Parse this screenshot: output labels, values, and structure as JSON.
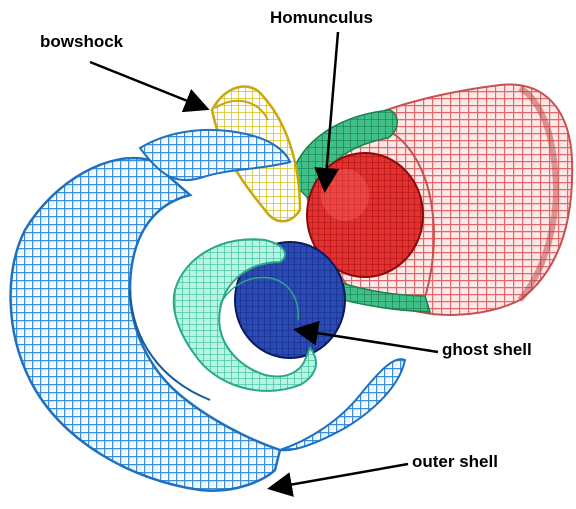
{
  "labels": {
    "bowshock": "bowshock",
    "homunculus": "Homunculus",
    "ghost_shell": "ghost shell",
    "outer_shell": "outer shell"
  },
  "colors": {
    "outer_shell": "#3a8fd8",
    "bowshock": "#e8d41e",
    "homunculus": "#d82020",
    "ghost_shell": "#7ee8cc",
    "inner_blue": "#1a3aa0",
    "pink_shell": "#e87a7a",
    "green_band": "#2aa86a"
  }
}
